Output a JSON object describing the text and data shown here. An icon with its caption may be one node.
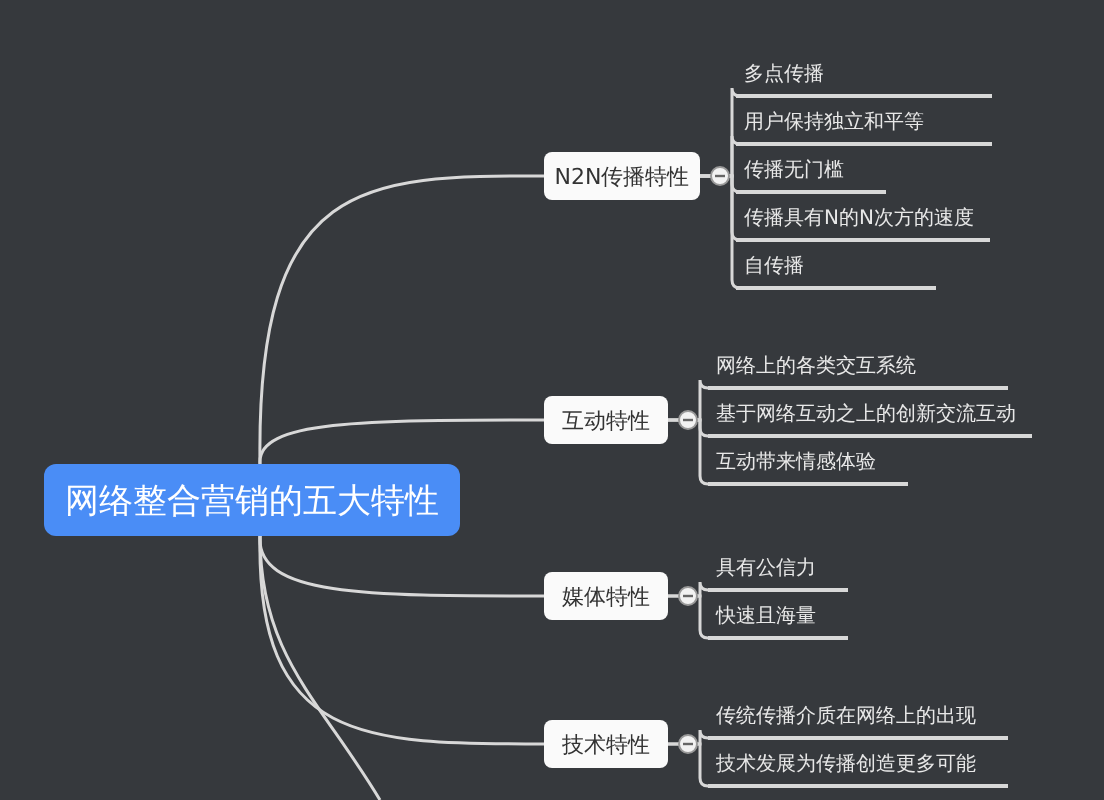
{
  "diagram": {
    "nodes": [
      {
        "text": [
          "网络整合营销的五大特性"
        ]
      },
      {
        "text": [
          "N2N传播特性"
        ]
      },
      {
        "text": [
          "多点传播"
        ]
      },
      {
        "text": [
          "用户保持独立和平等"
        ]
      },
      {
        "text": [
          "传播无门槛"
        ]
      },
      {
        "text": [
          "传播具有N的N次方的速度"
        ]
      },
      {
        "text": [
          "自传播"
        ]
      },
      {
        "text": [
          "互动特性"
        ]
      },
      {
        "text": [
          "网络上的各类交互系统"
        ]
      },
      {
        "text": [
          "基于网络互动之上的创新交流互动"
        ]
      },
      {
        "text": [
          "互动带来情感体验"
        ]
      },
      {
        "text": [
          "媒体特性"
        ]
      },
      {
        "text": [
          "具有公信力"
        ]
      },
      {
        "text": [
          "快速且海量"
        ]
      },
      {
        "text": [
          "技术特性"
        ]
      },
      {
        "text": [
          "传统传播介质在网络上的出现"
        ]
      },
      {
        "text": [
          "技术发展为传播创造更多可能"
        ]
      }
    ],
    "edges": [
      {
        "from": 0,
        "to": 1,
        "arrow": "none"
      },
      {
        "from": 0,
        "to": 7,
        "arrow": "none"
      },
      {
        "from": 0,
        "to": 11,
        "arrow": "none"
      },
      {
        "from": 0,
        "to": 14,
        "arrow": "none"
      },
      {
        "from": 0,
        "to": null,
        "arrow": "none"
      },
      {
        "from": 1,
        "to": 2,
        "arrow": "none"
      },
      {
        "from": 1,
        "to": 3,
        "arrow": "none"
      },
      {
        "from": 1,
        "to": 4,
        "arrow": "none"
      },
      {
        "from": 1,
        "to": 5,
        "arrow": "none"
      },
      {
        "from": 1,
        "to": 6,
        "arrow": "none"
      },
      {
        "from": 7,
        "to": 8,
        "arrow": "none"
      },
      {
        "from": 7,
        "to": 9,
        "arrow": "none"
      },
      {
        "from": 7,
        "to": 10,
        "arrow": "none"
      },
      {
        "from": 11,
        "to": 12,
        "arrow": "none"
      },
      {
        "from": 11,
        "to": 13,
        "arrow": "none"
      },
      {
        "from": 14,
        "to": 15,
        "arrow": "none"
      },
      {
        "from": 14,
        "to": 16,
        "arrow": "none"
      }
    ]
  }
}
